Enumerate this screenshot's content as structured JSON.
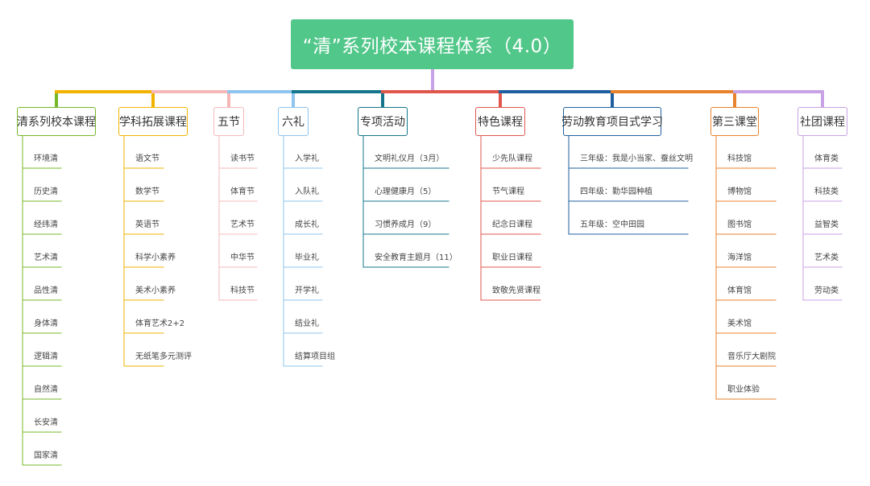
{
  "title": "“清”系列校本课程体系（4.0）",
  "categories": [
    {
      "label": "清系列校本课程",
      "color": "#76b82a",
      "items": [
        "环境清",
        "历史清",
        "经纬清",
        "艺术清",
        "品性清",
        "身体清",
        "逻辑清",
        "自然清",
        "长安清",
        "国家清"
      ]
    },
    {
      "label": "学科拓展课程",
      "color": "#f2b300",
      "items": [
        "语文节",
        "数学节",
        "英语节",
        "科学小素养",
        "美术小素养",
        "体育艺术2+2",
        "无纸笔多元测评"
      ]
    },
    {
      "label": "五节",
      "color": "#f5b8b8",
      "items": [
        "读书节",
        "体育节",
        "艺术节",
        "中华节",
        "科技节"
      ]
    },
    {
      "label": "六礼",
      "color": "#8ec5ef",
      "items": [
        "入学礼",
        "入队礼",
        "成长礼",
        "毕业礼",
        "开学礼",
        "结业礼",
        "结算项目组"
      ]
    },
    {
      "label": "专项活动",
      "color": "#15758c",
      "items": [
        "文明礼仪月（3月）",
        "心理健康月（5）",
        "习惯养成月（9）",
        "安全教育主题月（11）"
      ]
    },
    {
      "label": "特色课程",
      "color": "#e0574c",
      "items": [
        "少先队课程",
        "节气课程",
        "纪念日课程",
        "职业日课程",
        "致敬先贤课程"
      ]
    },
    {
      "label": "劳动教育项目式学习",
      "color": "#1f5fa0",
      "items": [
        "三年级：我是小当家、蚕丝文明",
        "四年级：勤华园种植",
        "五年级：空中田园"
      ]
    },
    {
      "label": "第三课堂",
      "color": "#e8822c",
      "items": [
        "科技馆",
        "博物馆",
        "图书馆",
        "海洋馆",
        "体育馆",
        "美术馆",
        "音乐厅大剧院",
        "职业体验"
      ]
    },
    {
      "label": "社团课程",
      "color": "#c8a2e6",
      "items": [
        "体育类",
        "科技类",
        "益智类",
        "艺术类",
        "劳动类"
      ]
    }
  ]
}
